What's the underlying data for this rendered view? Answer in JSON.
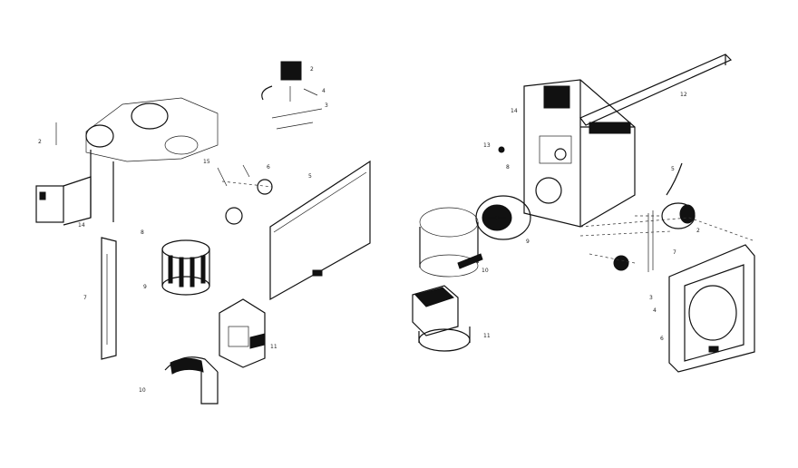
{
  "diagram": {
    "left_assembly": {
      "callouts": [
        {
          "id": "c-l-2a",
          "text": "2"
        },
        {
          "id": "c-l-2b",
          "text": "2"
        },
        {
          "id": "c-l-3",
          "text": "3"
        },
        {
          "id": "c-l-4",
          "text": "4"
        },
        {
          "id": "c-l-5",
          "text": "5"
        },
        {
          "id": "c-l-6",
          "text": "6"
        },
        {
          "id": "c-l-7",
          "text": "7"
        },
        {
          "id": "c-l-8",
          "text": "8"
        },
        {
          "id": "c-l-9",
          "text": "9"
        },
        {
          "id": "c-l-10",
          "text": "10"
        },
        {
          "id": "c-l-11",
          "text": "11"
        },
        {
          "id": "c-l-14",
          "text": "14"
        },
        {
          "id": "c-l-15",
          "text": "15"
        }
      ]
    },
    "right_assembly": {
      "callouts": [
        {
          "id": "c-r-2",
          "text": "2"
        },
        {
          "id": "c-r-3",
          "text": "3"
        },
        {
          "id": "c-r-4",
          "text": "4"
        },
        {
          "id": "c-r-5",
          "text": "5"
        },
        {
          "id": "c-r-6",
          "text": "6"
        },
        {
          "id": "c-r-7",
          "text": "7"
        },
        {
          "id": "c-r-8",
          "text": "8"
        },
        {
          "id": "c-r-9",
          "text": "9"
        },
        {
          "id": "c-r-10",
          "text": "10"
        },
        {
          "id": "c-r-11",
          "text": "11"
        },
        {
          "id": "c-r-12",
          "text": "12"
        },
        {
          "id": "c-r-13",
          "text": "13"
        },
        {
          "id": "c-r-14",
          "text": "14"
        }
      ]
    }
  }
}
